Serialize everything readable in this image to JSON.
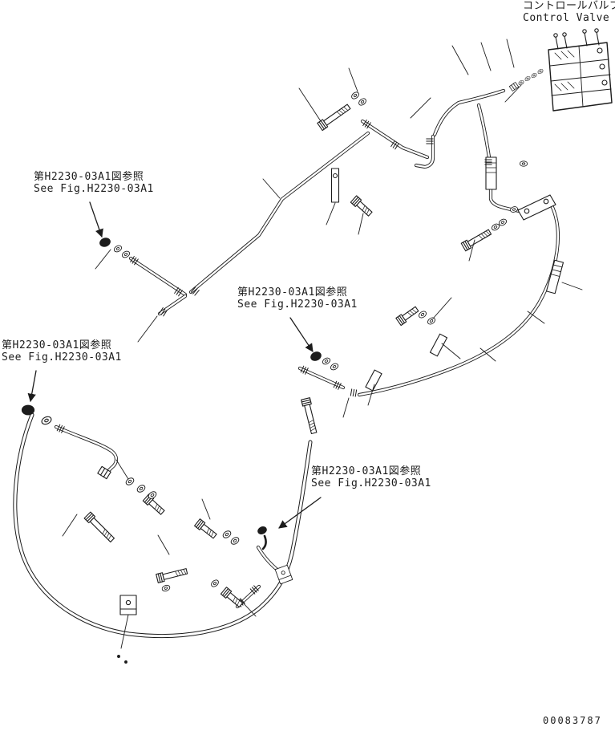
{
  "diagram": {
    "valve_label": {
      "jp": "コントロールバルブ",
      "en": "Control Valve"
    },
    "callouts": [
      {
        "id": "upper-left",
        "jp": "第H2230-03A1図参照",
        "en": "See Fig.H2230-03A1"
      },
      {
        "id": "center",
        "jp": "第H2230-03A1図参照",
        "en": "See Fig.H2230-03A1"
      },
      {
        "id": "lower-left",
        "jp": "第H2230-03A1図参照",
        "en": "See Fig.H2230-03A1"
      },
      {
        "id": "lower-center",
        "jp": "第H2230-03A1図参照",
        "en": "See Fig.H2230-03A1"
      }
    ],
    "drawing_number": "00083787",
    "colors": {
      "line": "#1c1c1c",
      "background": "#ffffff"
    }
  }
}
